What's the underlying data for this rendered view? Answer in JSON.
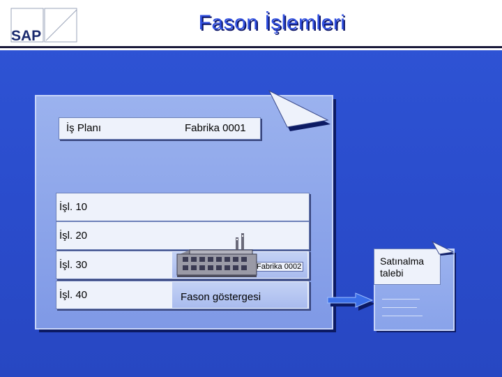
{
  "header": {
    "title": "Fason İşlemleri",
    "logo_text": "SAP"
  },
  "plan": {
    "label": "İş Planı",
    "plant": "Fabrika 0001"
  },
  "operations": [
    {
      "label": "İşl. 10"
    },
    {
      "label": "İşl. 20"
    },
    {
      "label": "İşl. 30",
      "plant": "Fabrika 0002"
    },
    {
      "label": "İşl. 40",
      "indicator": "Fason göstergesi"
    }
  ],
  "purchase_requisition": {
    "label_line1": "Satınalma",
    "label_line2": "talebi"
  },
  "colors": {
    "background": "#2f55d6",
    "document": "#8ea6ea",
    "row": "#eef2fb",
    "title": "#3150e0",
    "arrow": "#3a6ee8"
  },
  "icons": [
    "factory-icon",
    "arrow-right-icon",
    "document-fold-icon",
    "sap-logo-icon"
  ]
}
